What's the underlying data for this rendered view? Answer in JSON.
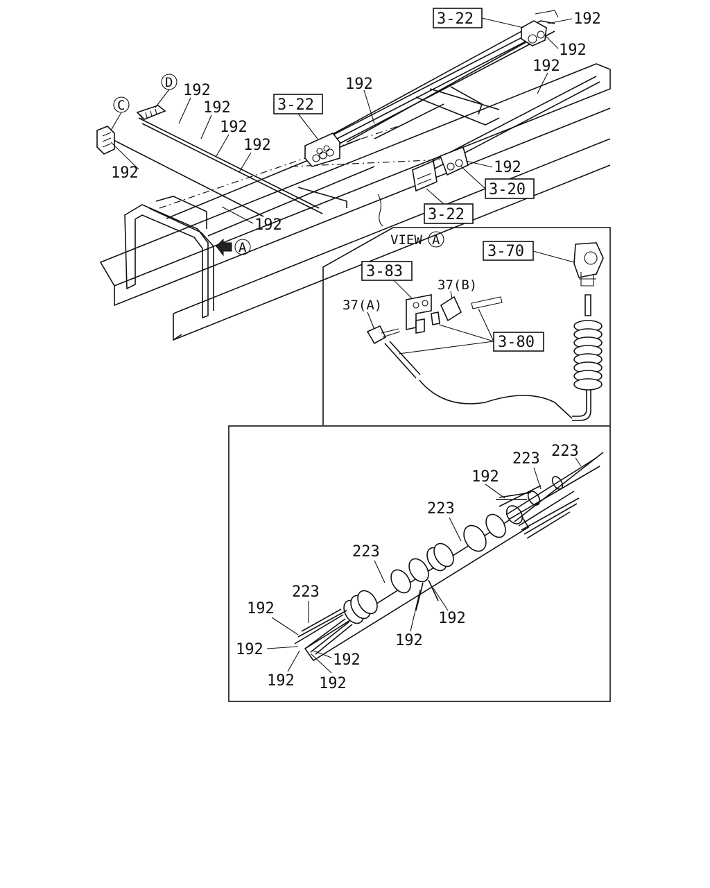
{
  "view_title": "VIEW",
  "letters": {
    "A": "A",
    "C": "C",
    "D": "D"
  },
  "part_numbers": {
    "p192": "192",
    "p223": "223",
    "p37a": "37(A)",
    "p37b": "37(B)"
  },
  "references": {
    "r322": "3-22",
    "r320": "3-20",
    "r370": "3-70",
    "r383": "3-83",
    "r380": "3-80"
  }
}
